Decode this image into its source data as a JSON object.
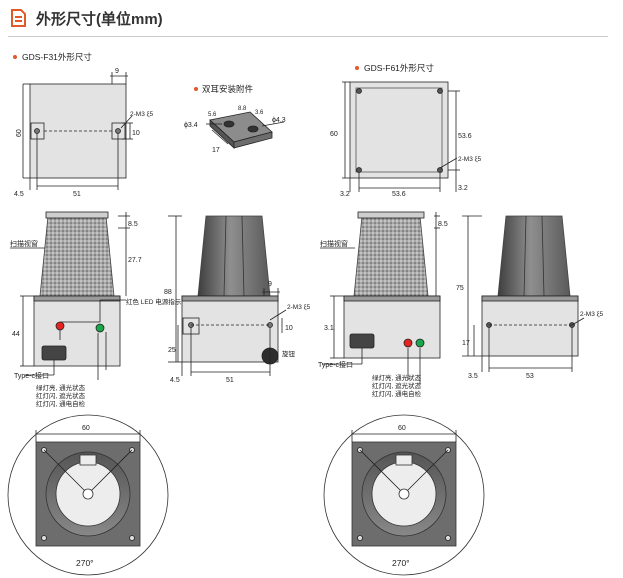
{
  "header": {
    "title": "外形尺寸(单位mm)",
    "icon": "document-icon",
    "accent": "#e2592a"
  },
  "f31_top": {
    "label": "GDS-F31外形尺寸",
    "dim_width": "51",
    "dim_left": "4.5",
    "dim_top": "9",
    "dim_height": "60",
    "dim_mid": "10",
    "screw": "2-M3 ξ5"
  },
  "bracket": {
    "label": "双耳安装附件",
    "d1": "ϕ3.4",
    "d2": "ϕ4.3",
    "w1": "5.6",
    "w2": "8.8",
    "w3": "3.6",
    "len": "17"
  },
  "f61_top": {
    "label": "GDS-F61外形尺寸",
    "dim_width": "53.6",
    "dim_left": "3.2",
    "dim_right": "3.2",
    "dim_height": "60",
    "dim_side": "53.6",
    "screw": "2-M3 ξ5"
  },
  "f31_front": {
    "scan_window": "扫描视窗",
    "dim_85": "8.5",
    "dim_277": "27.7",
    "dim_44": "44",
    "led_label": "红色 LED 电源指示",
    "typec": "Type-c接口",
    "notes": [
      "绿灯亮, 通光状态",
      "红灯闪, 遮光状态",
      "红灯闪, 通电自检"
    ]
  },
  "f31_side": {
    "dim_88": "88",
    "dim_9": "9",
    "dim_10": "10",
    "dim_25": "25",
    "dim_45": "4.5",
    "dim_51": "51",
    "screw": "2-M3 ξ5",
    "knob": "旋钮"
  },
  "f61_front": {
    "scan_window": "扫描视窗",
    "dim_85": "8.5",
    "dim_31": "3.1",
    "typec": "Type-c接口",
    "notes": [
      "绿灯亮, 通光状态",
      "红灯闪, 遮光状态",
      "红灯闪, 通电自检"
    ]
  },
  "f61_side": {
    "dim_75": "75",
    "dim_17": "17",
    "dim_35": "3.5",
    "dim_53": "53",
    "screw": "2-M3 ξ5"
  },
  "rot_left": {
    "dim_60": "60",
    "angle": "270°"
  },
  "rot_right": {
    "dim_60": "60",
    "angle": "270°"
  },
  "colors": {
    "led_red": "#e52421",
    "led_green": "#1aa64a",
    "body": "#e3e3e3",
    "body_stroke": "#555",
    "dark": "#555"
  }
}
